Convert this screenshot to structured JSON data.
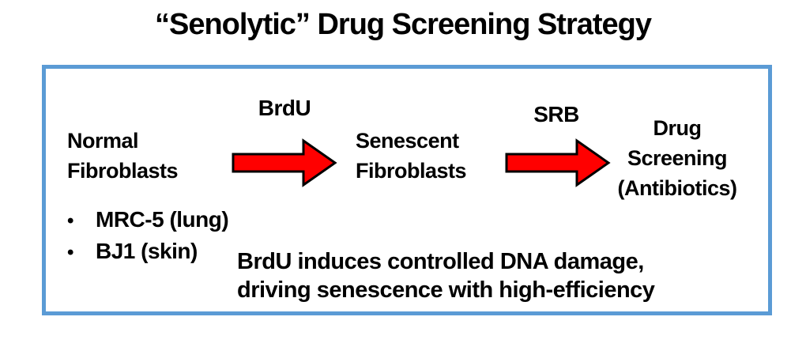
{
  "title": "“Senolytic” Drug Screening Strategy",
  "colors": {
    "box_border": "#5B9BD5",
    "arrow_fill": "#FF0000",
    "arrow_stroke": "#000000",
    "text": "#000000"
  },
  "diagram": {
    "stage_labels": {
      "brdu": "BrdU",
      "srb": "SRB"
    },
    "nodes": {
      "normal": {
        "lines": [
          "Normal",
          "Fibroblasts"
        ]
      },
      "senescent": {
        "lines": [
          "Senescent",
          "Fibroblasts"
        ]
      },
      "drug": {
        "lines": [
          "Drug",
          "Screening",
          "(Antibiotics)"
        ]
      }
    },
    "bullets": {
      "marker": "•",
      "items": [
        "MRC-5 (lung)",
        "BJ1 (skin)"
      ]
    },
    "note_lines": [
      "BrdU induces controlled DNA damage,",
      "driving senescence with high-efficiency"
    ]
  }
}
